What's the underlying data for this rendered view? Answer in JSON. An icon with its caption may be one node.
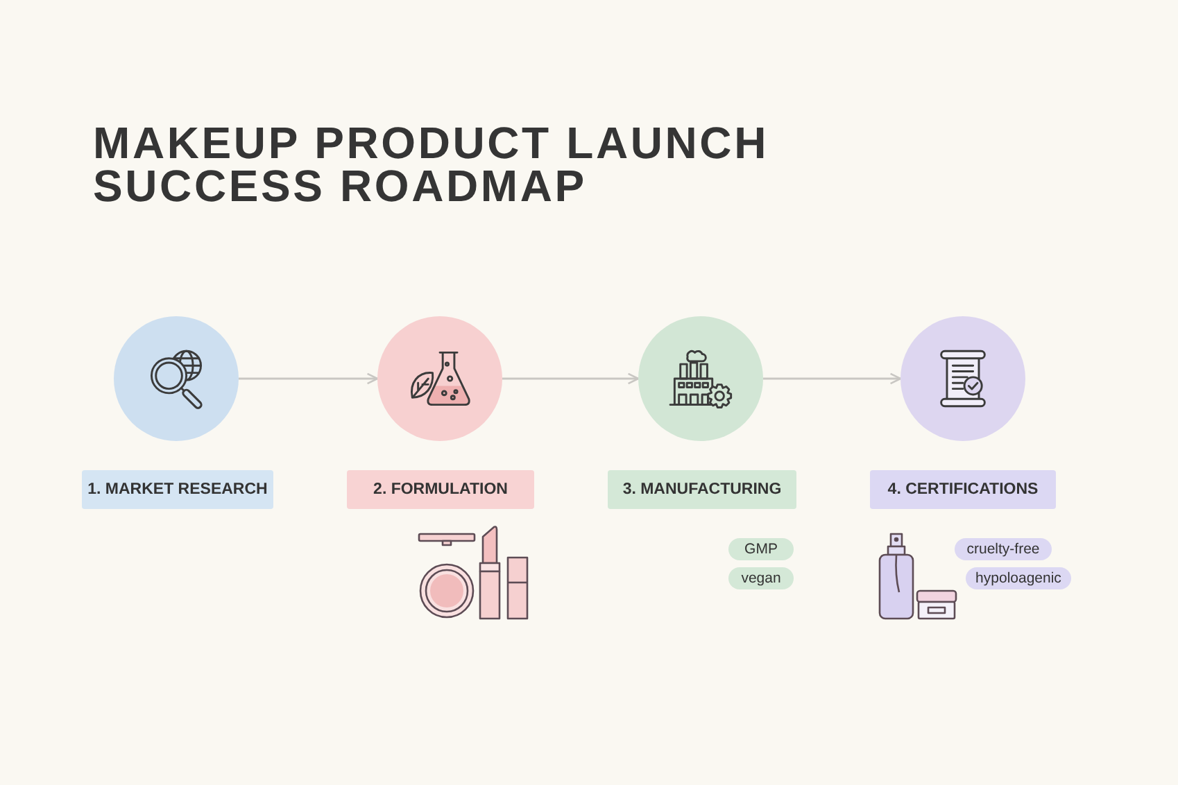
{
  "diagram": {
    "title": "MAKEUP PRODUCT LAUNCH SUCCESS ROADMAP",
    "nodes": [
      {
        "text": [],
        "shape": "circle"
      },
      {
        "text": [],
        "shape": "circle"
      },
      {
        "text": [],
        "shape": "circle"
      },
      {
        "text": [],
        "shape": "circle"
      },
      {
        "text": [
          "1. MARKET RESEARCH"
        ]
      },
      {
        "text": [
          "2. FORMULATION"
        ]
      },
      {
        "text": [
          "3. MANUFACTURING"
        ]
      },
      {
        "text": [
          "4. CERTIFICATIONS"
        ]
      },
      {
        "text": [
          "GMP"
        ]
      },
      {
        "text": [
          "cruelty-free"
        ]
      },
      {
        "text": [
          "vegan"
        ]
      },
      {
        "text": [
          "hypoloagenic"
        ]
      }
    ],
    "edges": [
      {
        "from": 0,
        "to": 1,
        "arrow": "to"
      },
      {
        "from": 1,
        "to": 2,
        "arrow": "to"
      },
      {
        "from": 2,
        "to": 3,
        "arrow": "to"
      }
    ]
  }
}
